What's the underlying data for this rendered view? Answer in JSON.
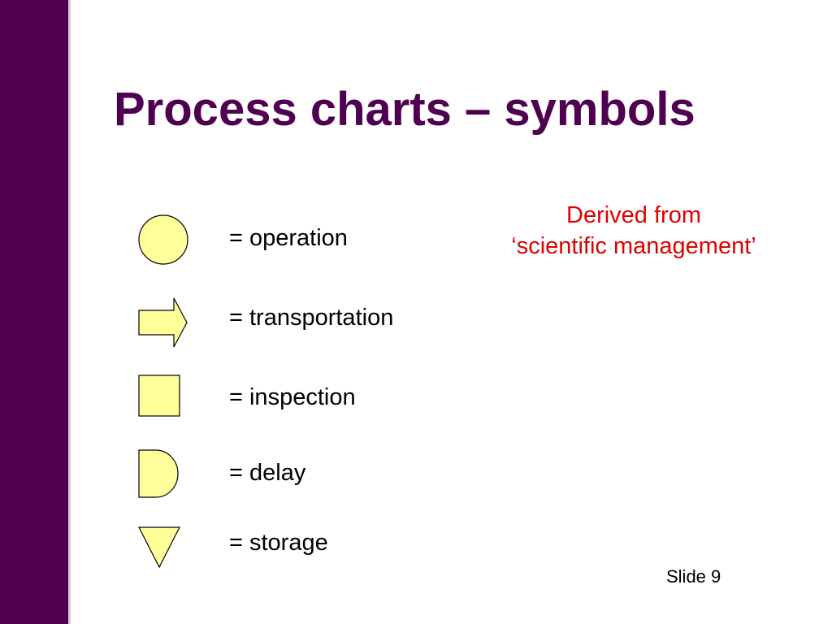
{
  "slide": {
    "title": "Process charts – symbols",
    "note": {
      "line1": "Derived from",
      "line2": "‘scientific management’"
    },
    "slide_number": "Slide 9"
  },
  "symbols": [
    {
      "shape": "circle",
      "label": "= operation"
    },
    {
      "shape": "arrow",
      "label": "= transportation"
    },
    {
      "shape": "square",
      "label": "= inspection"
    },
    {
      "shape": "d-shape",
      "label": "= delay"
    },
    {
      "shape": "inverted-triangle",
      "label": "= storage"
    }
  ],
  "colors": {
    "sidebar": "#4f0050",
    "title": "#4f0050",
    "symbol_fill": "#ffff99",
    "symbol_stroke": "#000000",
    "note": "#e00000"
  }
}
